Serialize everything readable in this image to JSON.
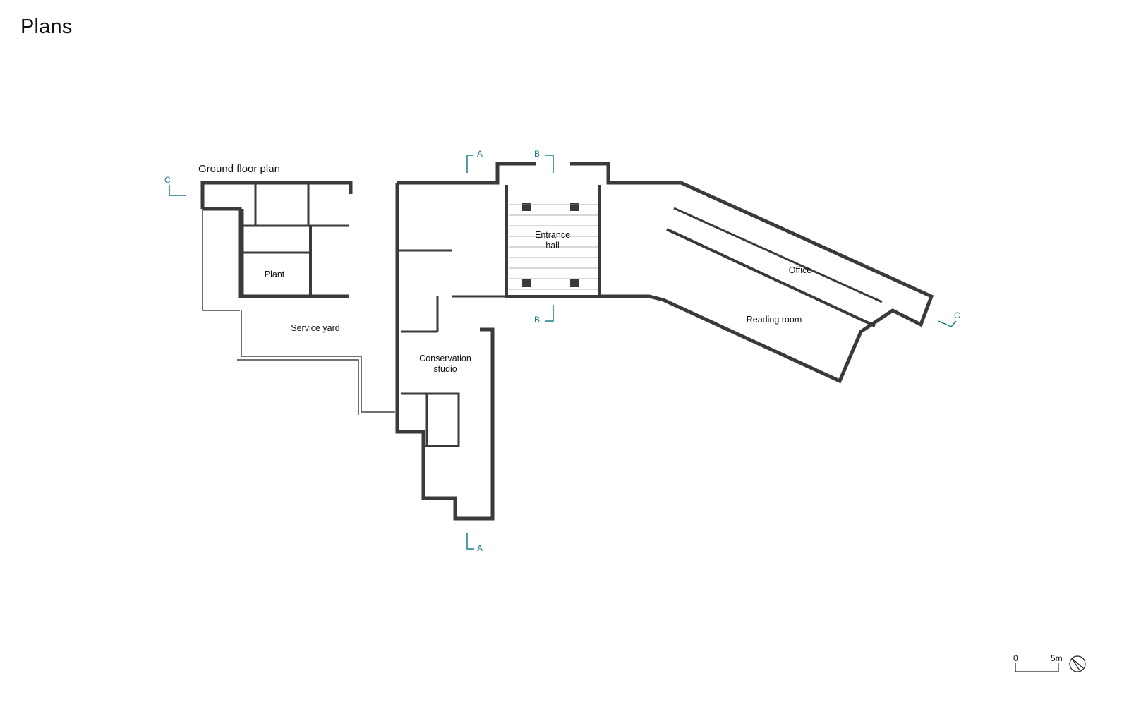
{
  "page": {
    "title": "Plans"
  },
  "plan": {
    "title": "Ground floor plan",
    "rooms": [
      {
        "id": "plant",
        "label": "Plant"
      },
      {
        "id": "service-yard",
        "label": "Service yard"
      },
      {
        "id": "entrance-hall",
        "label": "Entrance\nhall"
      },
      {
        "id": "conservation-studio",
        "label": "Conservation\nstudio"
      },
      {
        "id": "office",
        "label": "Office"
      },
      {
        "id": "reading-room",
        "label": "Reading room"
      }
    ],
    "section_markers": [
      {
        "letter": "A",
        "position": "top"
      },
      {
        "letter": "A",
        "position": "bottom"
      },
      {
        "letter": "B",
        "position": "top"
      },
      {
        "letter": "B",
        "position": "bottom"
      },
      {
        "letter": "C",
        "position": "left"
      },
      {
        "letter": "C",
        "position": "right"
      }
    ],
    "colors": {
      "wall": "#3a3a3a",
      "section_marker": "#1a7f86",
      "line": "#555555"
    }
  },
  "scale_bar": {
    "start_label": "0",
    "end_label": "5m"
  },
  "north_arrow": {
    "icon": "north-arrow-icon"
  }
}
